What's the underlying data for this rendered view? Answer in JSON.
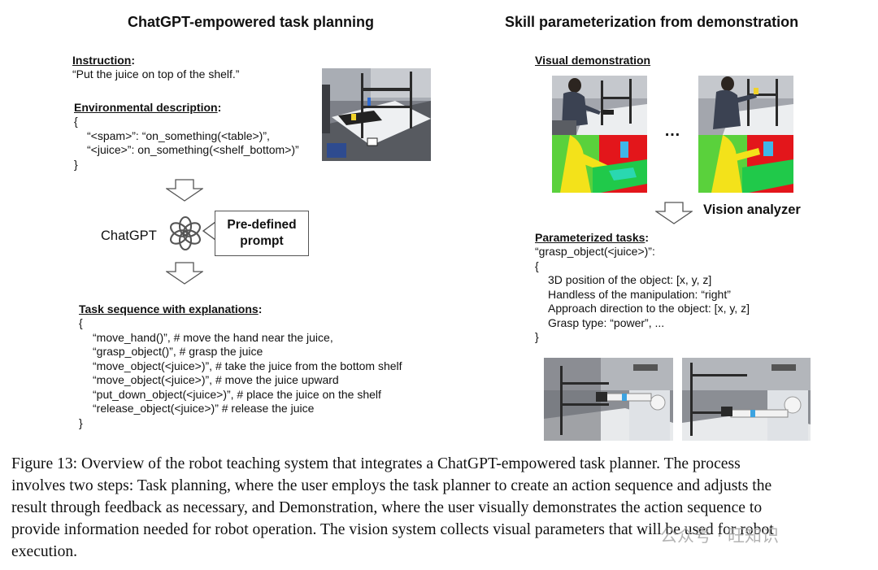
{
  "left_panel": {
    "title": "ChatGPT-empowered task planning",
    "instruction_label": "Instruction",
    "instruction_colon": ":",
    "instruction_text": "“Put the juice on top of the shelf.”",
    "env_label": "Environmental description",
    "env_colon": ":",
    "env_lines": [
      "{",
      "“<spam>”: “on_something(<table>)”,",
      "“<juice>”: on_something(<shelf_bottom>)”",
      "}"
    ],
    "chatgpt_label": "ChatGPT",
    "prompt_line1": "Pre-defined",
    "prompt_line2": "prompt",
    "task_seq_label": "Task sequence with explanations",
    "task_seq_colon": ":",
    "task_seq_lines": [
      "{",
      "“move_hand()”, # move the hand near the juice,",
      "“grasp_object()”, # grasp the juice",
      "“move_object(<juice>)”, # take the juice from the bottom shelf",
      "“move_object(<juice>)”, # move the juice upward",
      "“put_down_object(<juice>)”, # place the juice on the shelf",
      "“release_object(<juice>)” # release the juice",
      "}"
    ]
  },
  "right_panel": {
    "title": "Skill parameterization from demonstration",
    "visual_demo_label": "Visual demonstration",
    "ellipsis": "…",
    "vision_analyzer_label": "Vision analyzer",
    "param_tasks_label": "Parameterized tasks",
    "param_tasks_colon": ":",
    "param_lines": [
      "“grasp_object(<juice>)”:",
      "{",
      "3D position of the object: [x, y, z]",
      "Handless of the manipulation: “right”",
      "Approach direction to the object: [x, y, z]",
      "Grasp type: “power”, ...",
      "}"
    ]
  },
  "caption": {
    "lines": [
      "Figure 13: Overview of the robot teaching system that integrates a ChatGPT-empowered task planner. The process",
      "involves two steps: Task planning, where the user employs the task planner to create an action sequence and adjusts the",
      "result through feedback as necessary, and Demonstration, where the user visually demonstrates the action sequence to",
      "provide information needed for robot operation. The vision system collects visual parameters that will be used for robot",
      "execution."
    ]
  },
  "watermark": "公众号 · 旺知识",
  "icons": {
    "arrow": "down-arrow-icon",
    "chatgpt": "openai-logo-icon"
  },
  "colors": {
    "text": "#111111",
    "arrow_fill": "#ffffff",
    "arrow_stroke": "#555555",
    "segmentation_red": "#e3161b",
    "segmentation_green": "#17c93a",
    "segmentation_yellow": "#f3e21a"
  }
}
